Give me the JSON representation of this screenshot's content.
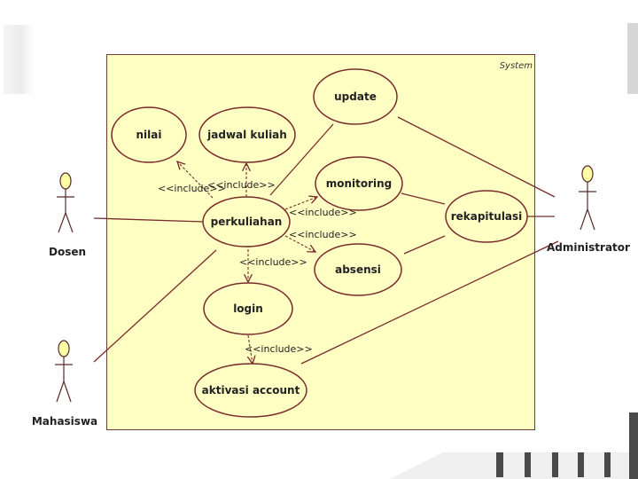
{
  "system": {
    "label": "System"
  },
  "use_cases": {
    "nilai": "nilai",
    "jadwal": "jadwal kuliah",
    "update": "update",
    "monitoring": "monitoring",
    "perkuliahan": "perkuliahan",
    "rekapitulasi": "rekapitulasi",
    "absensi": "absensi",
    "login": "login",
    "aktivasi": "aktivasi account"
  },
  "include_label": "<<include>>",
  "actors": {
    "dosen": "Dosen",
    "mahasiswa": "Mahasiswa",
    "administrator": "Administrator"
  },
  "colors": {
    "frame_fill": "#ffffc4",
    "line": "#7a2b2b",
    "actor_fill": "#ffffa8"
  }
}
